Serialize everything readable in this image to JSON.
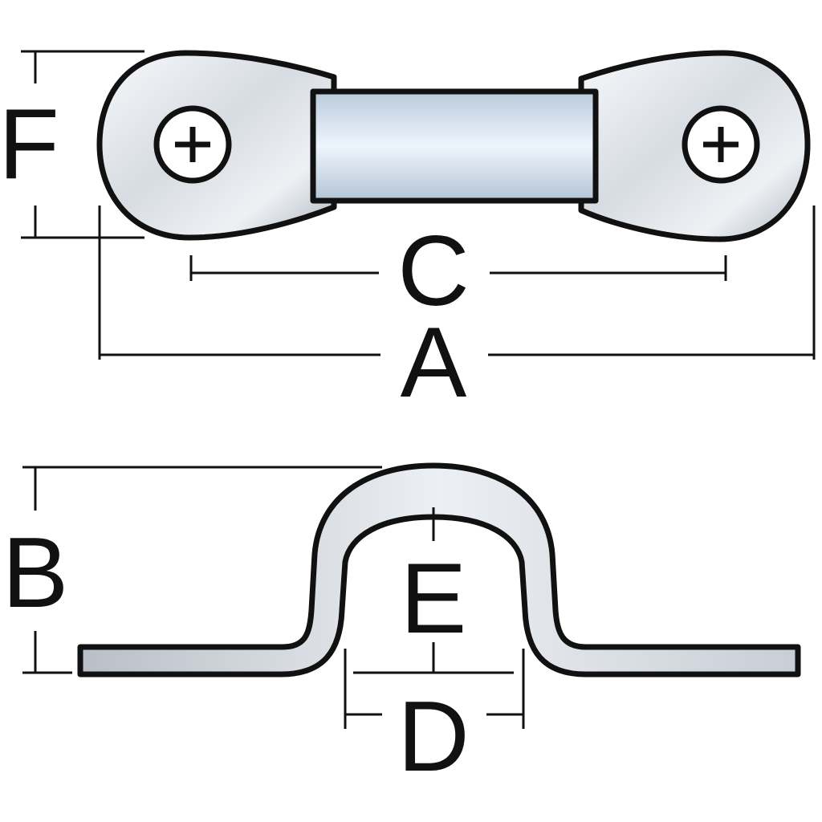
{
  "labels": {
    "F": "F",
    "C": "C",
    "A": "A",
    "B": "B",
    "E": "E",
    "D": "D"
  },
  "colors": {
    "metal_light": "#f4f6f9",
    "metal_mid": "#c3cad3",
    "metal_dark": "#8e97a3",
    "strap_light": "#e9f2fb",
    "strap_mid": "#b6c9db",
    "line": "#111111"
  },
  "icons": {
    "screw": "phillips-screw-icon"
  }
}
